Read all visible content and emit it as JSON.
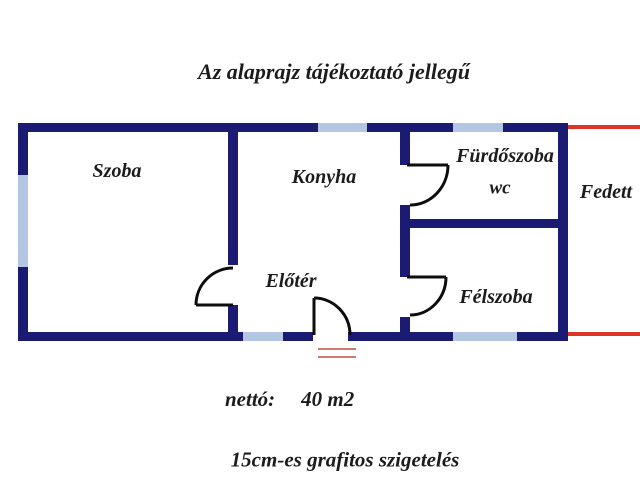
{
  "title": "Az alaprajz tájékoztató jellegű",
  "rooms": {
    "szoba": "Szoba",
    "konyha": "Konyha",
    "furdoszoba_line1": "Fürdőszoba",
    "furdoszoba_line2": "wc",
    "fedett": "Fedett",
    "eloter": "Előtér",
    "felszoba": "Félszoba"
  },
  "summary": {
    "netto_label": "nettó:",
    "netto_value": "40 m2"
  },
  "footer_note": "15cm-es grafitos szigetelés",
  "colors": {
    "wall": "#1b1b74",
    "window": "#b4c7e2",
    "terrace": "#dd342a",
    "step": "#cc7a72",
    "door": "#0d0d0d",
    "ink": "#1c1c1c",
    "bg": "#ffffff"
  }
}
